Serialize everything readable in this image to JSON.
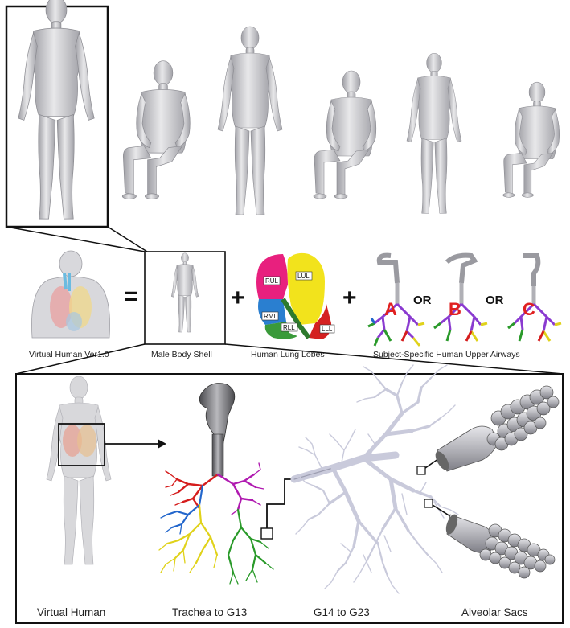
{
  "panel_top": {
    "figures": [
      "adult-male-standing",
      "adult-male-seated",
      "adult-female-standing",
      "adult-female-seated",
      "child-standing",
      "child-seated"
    ]
  },
  "panel_middle": {
    "equation": {
      "equals": "=",
      "plus": "+",
      "or": "OR"
    },
    "labels": {
      "virtual_human": "Virtual Human Ver1.0",
      "body_shell": "Male Body Shell",
      "lung_lobes": "Human Lung Lobes",
      "upper_airways": "Subject-Specific Human Upper Airways"
    },
    "lobes": [
      "RUL",
      "LUL",
      "RML",
      "RLL",
      "LLL"
    ],
    "airway_options": [
      "A",
      "B",
      "C"
    ]
  },
  "panel_bottom": {
    "labels": {
      "virtual_human": "Virtual Human",
      "trachea": "Trachea to G13",
      "generations": "G14 to G23",
      "alveolar": "Alveolar Sacs"
    }
  },
  "colors": {
    "body": "#cfcfd2",
    "body_dark": "#9c9ca2",
    "lobe_rul": "#e8207e",
    "lobe_lul": "#f2e31c",
    "lobe_rml": "#2a7fd0",
    "lobe_rll": "#3a9a3a",
    "lobe_lll": "#d42020",
    "airway_letter": "#e02020",
    "tree_red": "#d51d1d",
    "tree_blue": "#2266cc",
    "tree_magenta": "#b01ab0",
    "tree_yellow": "#e0d21a",
    "tree_green": "#2a9a2a",
    "tree_lavender": "#c9cadb"
  }
}
